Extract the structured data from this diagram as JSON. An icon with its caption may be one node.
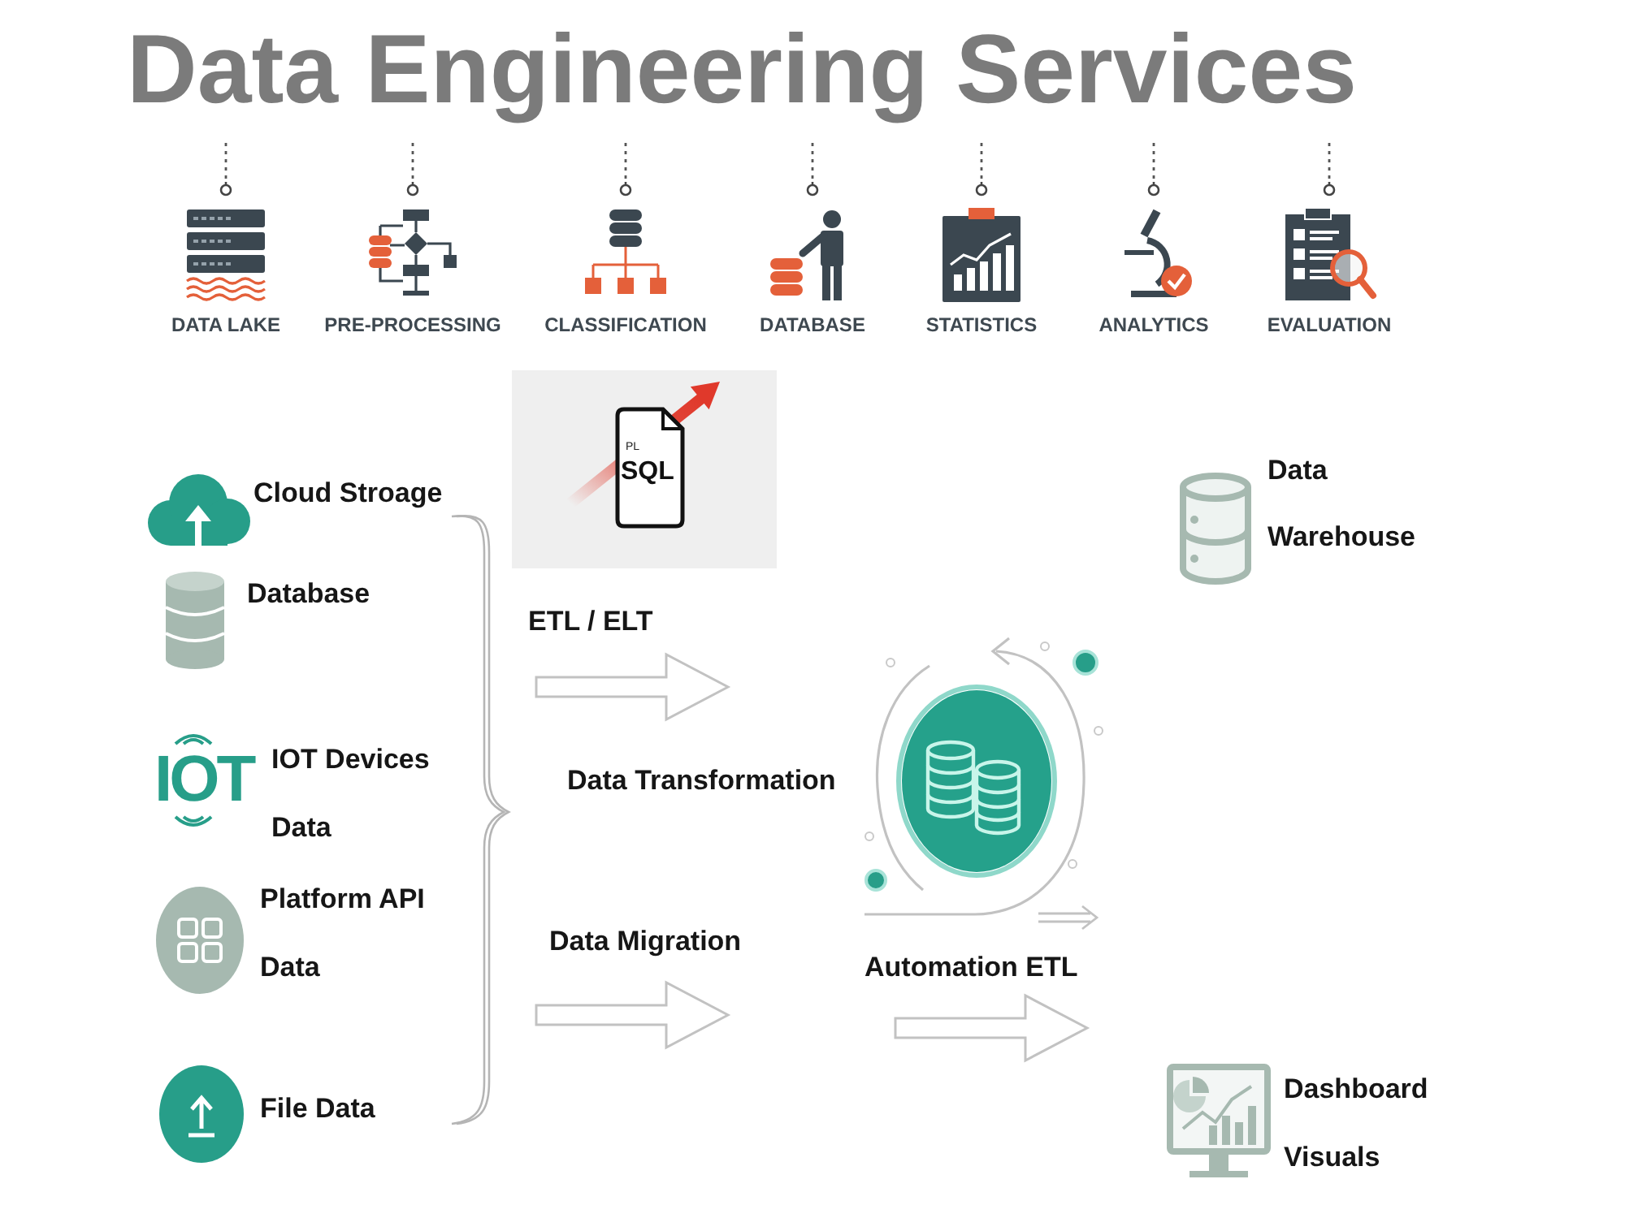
{
  "diagram": {
    "title": "Data Engineering Services",
    "labels": [
      "DATA LAKE",
      "PRE-PROCESSING",
      "CLASSIFICATION",
      "DATABASE",
      "STATISTICS",
      "ANALYTICS",
      "EVALUATION",
      "PL",
      "SQL",
      "Cloud Stroage",
      "Database",
      "IOT",
      "IOT Devices Data",
      "Platform API Data",
      "File Data",
      "ETL / ELT",
      "Data Transformation",
      "Data Migration",
      "Automation ETL",
      "Data Warehouse",
      "Dashboard Visuals"
    ]
  }
}
